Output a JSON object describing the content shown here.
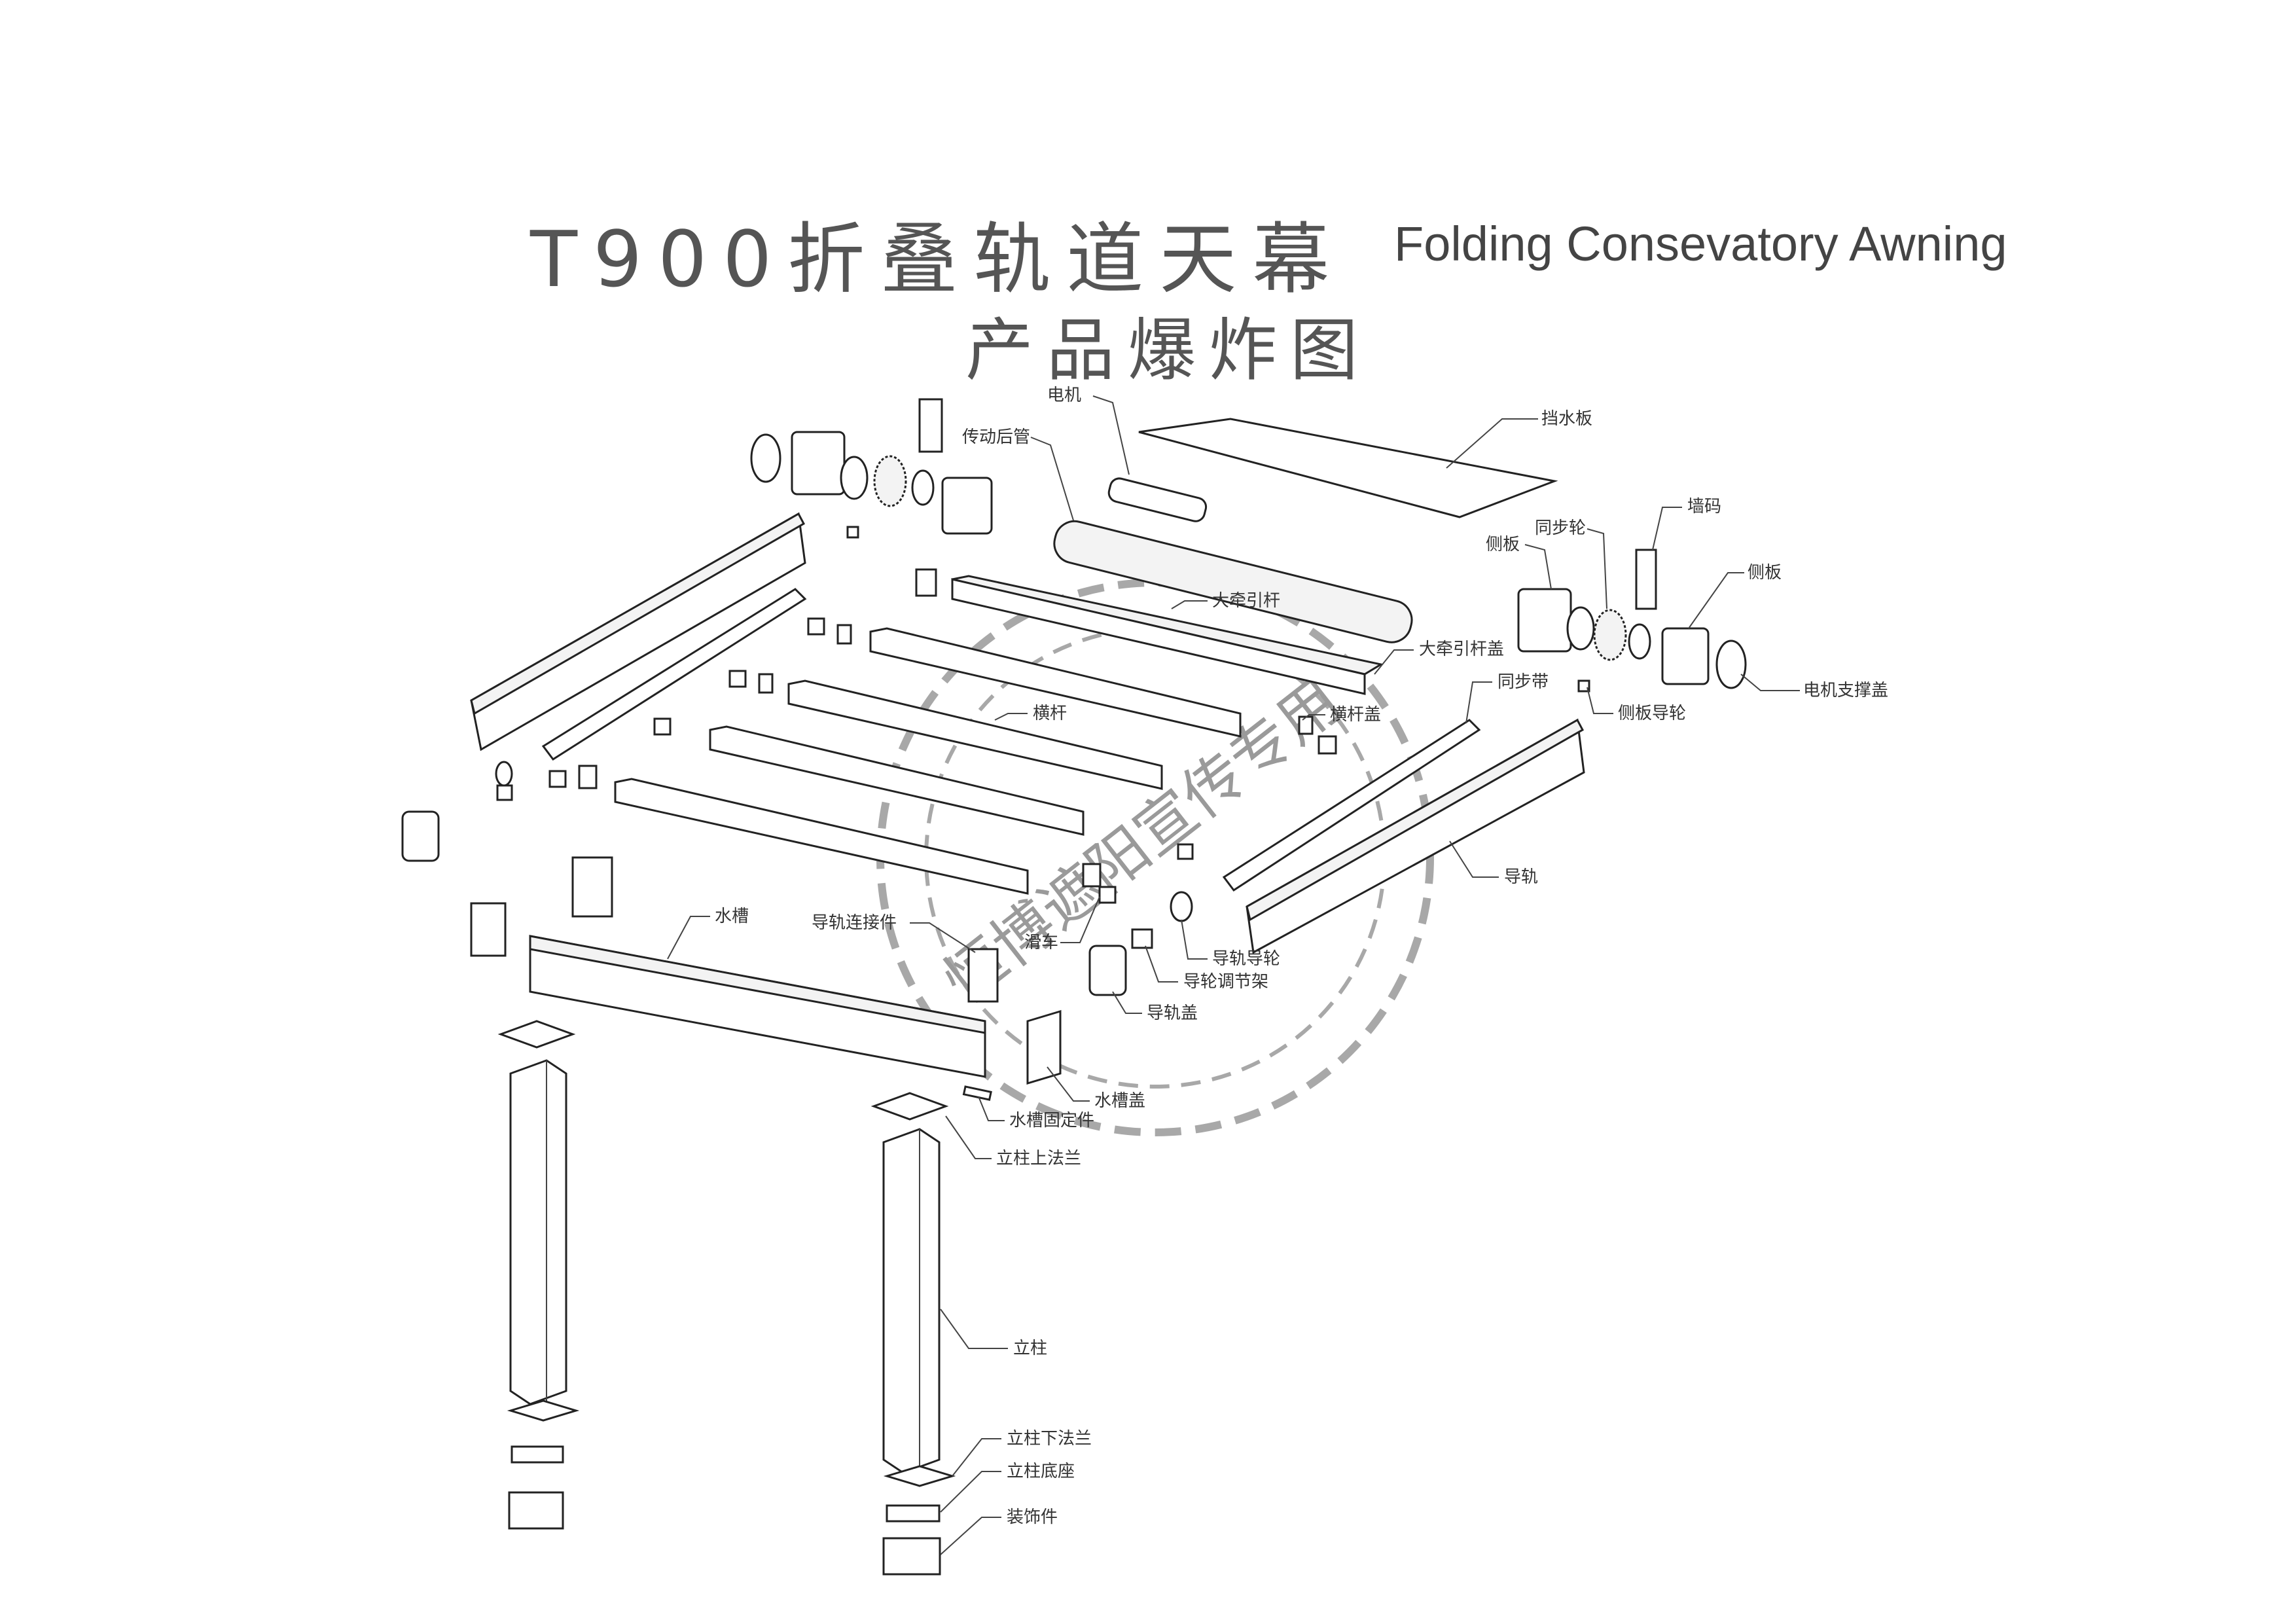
{
  "title": {
    "cn": "T900折叠轨道天幕",
    "en": "Folding Consevatory Awning",
    "sub": "产品爆炸图"
  },
  "watermark": "恒博遮阳宣传专用",
  "labels": {
    "motor": "电机",
    "rear_tube": "传动后管",
    "water_board": "挡水板",
    "wall_code": "墙码",
    "side_plate_l": "侧板",
    "sync_wheel": "同步轮",
    "side_plate_r": "侧板",
    "main_bar": "大牵引杆",
    "main_bar_cap": "大牵引杆盖",
    "motor_cap": "电机支撑盖",
    "sync_belt": "同步带",
    "side_guide_wheel": "侧板导轮",
    "crossbar": "横杆",
    "crossbar_cap": "横杆盖",
    "rail": "导轨",
    "gutter": "水槽",
    "rail_connector": "导轨连接件",
    "trolley": "滑车",
    "rail_wheel": "导轨导轮",
    "wheel_bracket": "导轮调节架",
    "rail_cap": "导轨盖",
    "gutter_cap": "水槽盖",
    "gutter_fix": "水槽固定件",
    "post_top_flange": "立柱上法兰",
    "post": "立柱",
    "post_bottom_flange": "立柱下法兰",
    "post_base": "立柱底座",
    "decoration": "装饰件"
  }
}
